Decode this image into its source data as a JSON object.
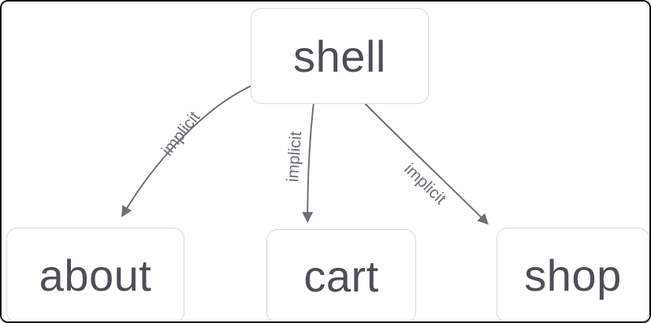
{
  "diagram": {
    "type": "flowchart",
    "direction": "top-down",
    "nodes": [
      {
        "id": "shell",
        "label": "shell"
      },
      {
        "id": "about",
        "label": "about"
      },
      {
        "id": "cart",
        "label": "cart"
      },
      {
        "id": "shop",
        "label": "shop"
      }
    ],
    "edges": [
      {
        "from": "shell",
        "to": "about",
        "label": "implicit"
      },
      {
        "from": "shell",
        "to": "cart",
        "label": "implicit"
      },
      {
        "from": "shell",
        "to": "shop",
        "label": "implicit"
      }
    ],
    "colors": {
      "background": "#ffffff",
      "node_border": "#d9d9df",
      "node_text": "#4e4e59",
      "edge": "#6e7078",
      "edge_label": "#6e7078",
      "frame_border": "#141414"
    }
  }
}
